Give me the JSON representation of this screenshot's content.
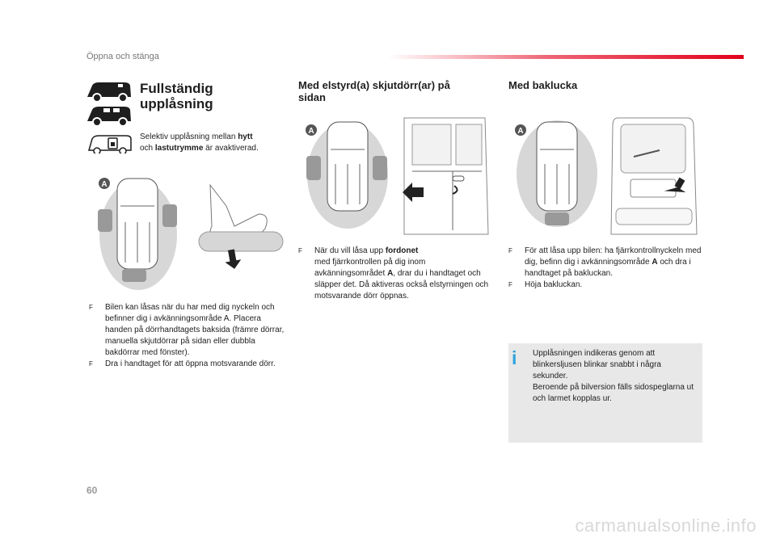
{
  "header": {
    "section_title": "Öppna och stänga"
  },
  "col1": {
    "title_line1": "Fullständig",
    "title_line2": "upplåsning",
    "selective": {
      "pre": "Selektiv upplåsning mellan ",
      "b1": "hytt",
      "mid": "och ",
      "b2": "lastutrymme",
      "post": " är avaktiverad."
    },
    "bullets": [
      "Bilen kan låsas när du har med dig nyckeln och befinner dig i avkänningsområde A. Placera handen på dörrhandtagets baksida (främre dörrar, manuella skjutdörrar på sidan eller dubbla bakdörrar med fönster).",
      "Dra i handtaget för att öppna motsvarande dörr."
    ],
    "zone_label": "A"
  },
  "col2": {
    "title_line1": "Med elstyrd(a) skjutdörr(ar) på",
    "title_line2": "sidan",
    "bullet": {
      "pre": "När du vill låsa upp ",
      "bold1": "fordonet",
      "mid": "med fjärrkontrollen på dig inom avkänningsområdet ",
      "bold2": "A",
      "post": ", drar du i handtaget och släpper det. Då aktiveras också elstyrningen och motsvarande dörr öppnas."
    },
    "zone_label": "A"
  },
  "col3": {
    "title": "Med baklucka",
    "bullets": [
      {
        "pre": "För att låsa upp bilen: ha fjärrkontrollnyckeln med dig, befinn dig i avkänningsområde ",
        "bold": "A",
        "post": " och dra i handtaget på bakluckan."
      },
      {
        "pre": "Höja bakluckan.",
        "bold": "",
        "post": ""
      }
    ],
    "zone_label": "A",
    "info": "Upplåsningen indikeras genom att blinkersljusen blinkar snabbt i några sekunder.\nBeroende på bilversion fälls sidospeglarna ut och larmet kopplas ur."
  },
  "bullet_glyph": "F",
  "info_glyph": "i",
  "footer": {
    "page_number": "60",
    "watermark": "carmanualsonline.info"
  }
}
